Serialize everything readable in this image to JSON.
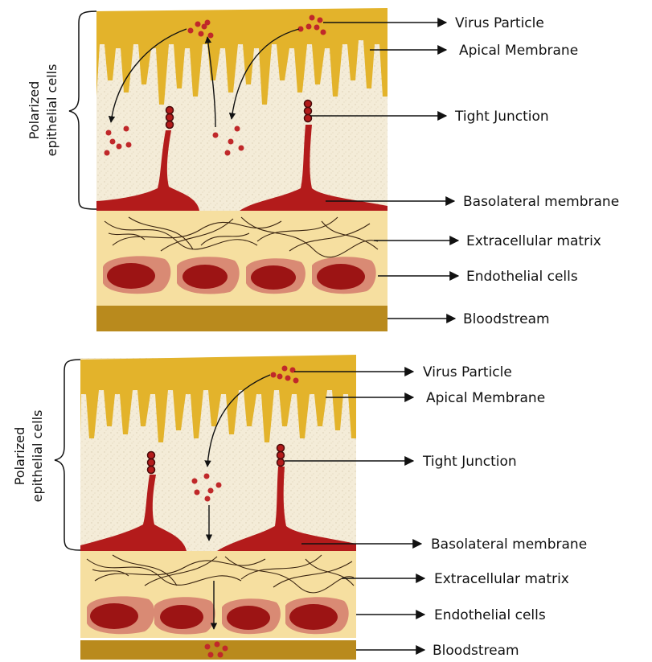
{
  "panels": [
    {
      "side_label_line1": "Polarized",
      "side_label_line2": "epithelial cells",
      "labels": {
        "virus": "Virus Particle",
        "apical": "Apical Membrane",
        "tight": "Tight Junction",
        "basolateral": "Basolateral membrane",
        "ecm": "Extracellular matrix",
        "endothelial": "Endothelial cells",
        "bloodstream": "Bloodstream"
      }
    },
    {
      "side_label_line1": "Polarized",
      "side_label_line2": "epithelial cells",
      "labels": {
        "virus": "Virus Particle",
        "apical": "Apical Membrane",
        "tight": "Tight Junction",
        "basolateral": "Basolateral membrane",
        "ecm": "Extracellular matrix",
        "endothelial": "Endothelial cells",
        "bloodstream": "Bloodstream"
      }
    }
  ],
  "colors": {
    "apical": "#e3b32b",
    "cytoplasm": "#f4ecd8",
    "membrane_red": "#b31b1b",
    "ecm_bg": "#f6dfa0",
    "fiber": "#3a2410",
    "endo_outer": "#d98a74",
    "endo_nucleus": "#9c1414",
    "bloodstream": "#b98a1d",
    "virus": "#c0282a"
  }
}
